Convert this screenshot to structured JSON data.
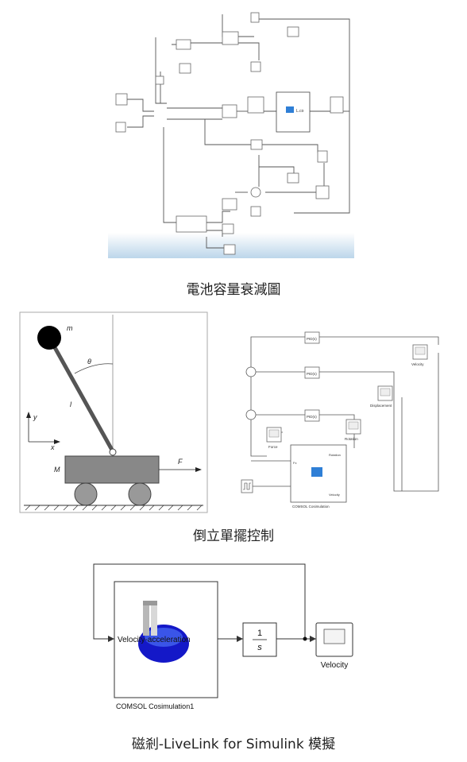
{
  "figure1": {
    "caption": "電池容量衰減圖",
    "cosim_icon_label": "L.co"
  },
  "figure2": {
    "caption": "倒立單擺控制",
    "pendulum": {
      "mass_label": "m",
      "angle_label": "θ",
      "length_label": "l",
      "y_axis_label": "y",
      "x_axis_label": "x",
      "cart_label": "M",
      "force_label": "F"
    },
    "blocks": {
      "pid_label": "PID(s)",
      "velocity_scope": "Velocity",
      "displacement_scope": "Displacement",
      "rotation_scope": "Rotation",
      "force_scope": "Force",
      "cosim_block": "COMSOL Cosimulation",
      "cosim_port_rotation": "Rotation",
      "cosim_port_velocity": "Velocity",
      "cosim_port_fx": "Fx"
    }
  },
  "figure3": {
    "caption": "磁剎-LiveLink for Simulink 模擬",
    "cosim_output": "Velocity-acceleration",
    "cosim_block_name": "COMSOL Cosimulation1",
    "integrator_top": "1",
    "integrator_bottom": "s",
    "scope_label": "Velocity"
  }
}
